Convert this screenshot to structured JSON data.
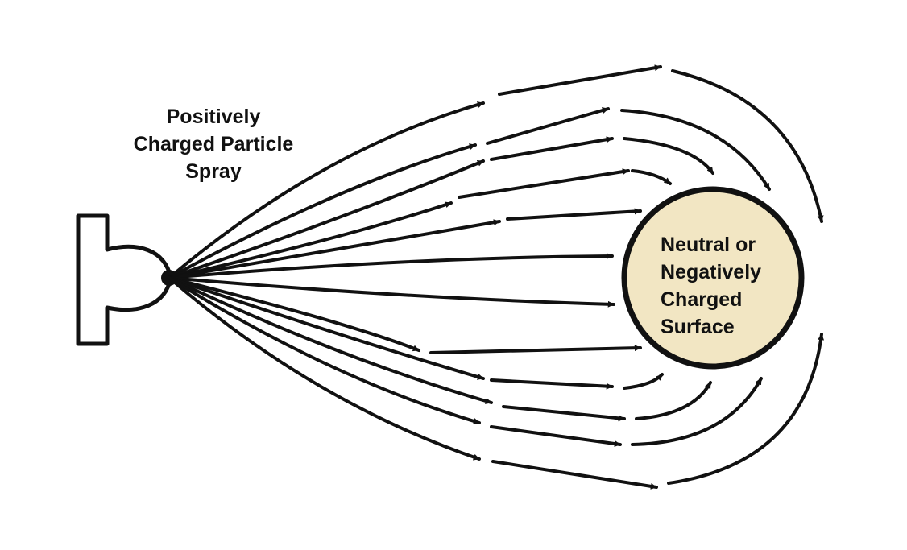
{
  "diagram": {
    "spray_label": [
      "Positively",
      "Charged Particle",
      "Spray"
    ],
    "surface_label": [
      "Neutral or",
      "Negatively",
      "Charged",
      "Surface"
    ],
    "colors": {
      "line": "#111111",
      "surface_fill": "#f2e6c3",
      "background": "#ffffff"
    },
    "icons": [
      "spray-nozzle-icon",
      "field-line-arrow-icon"
    ]
  }
}
